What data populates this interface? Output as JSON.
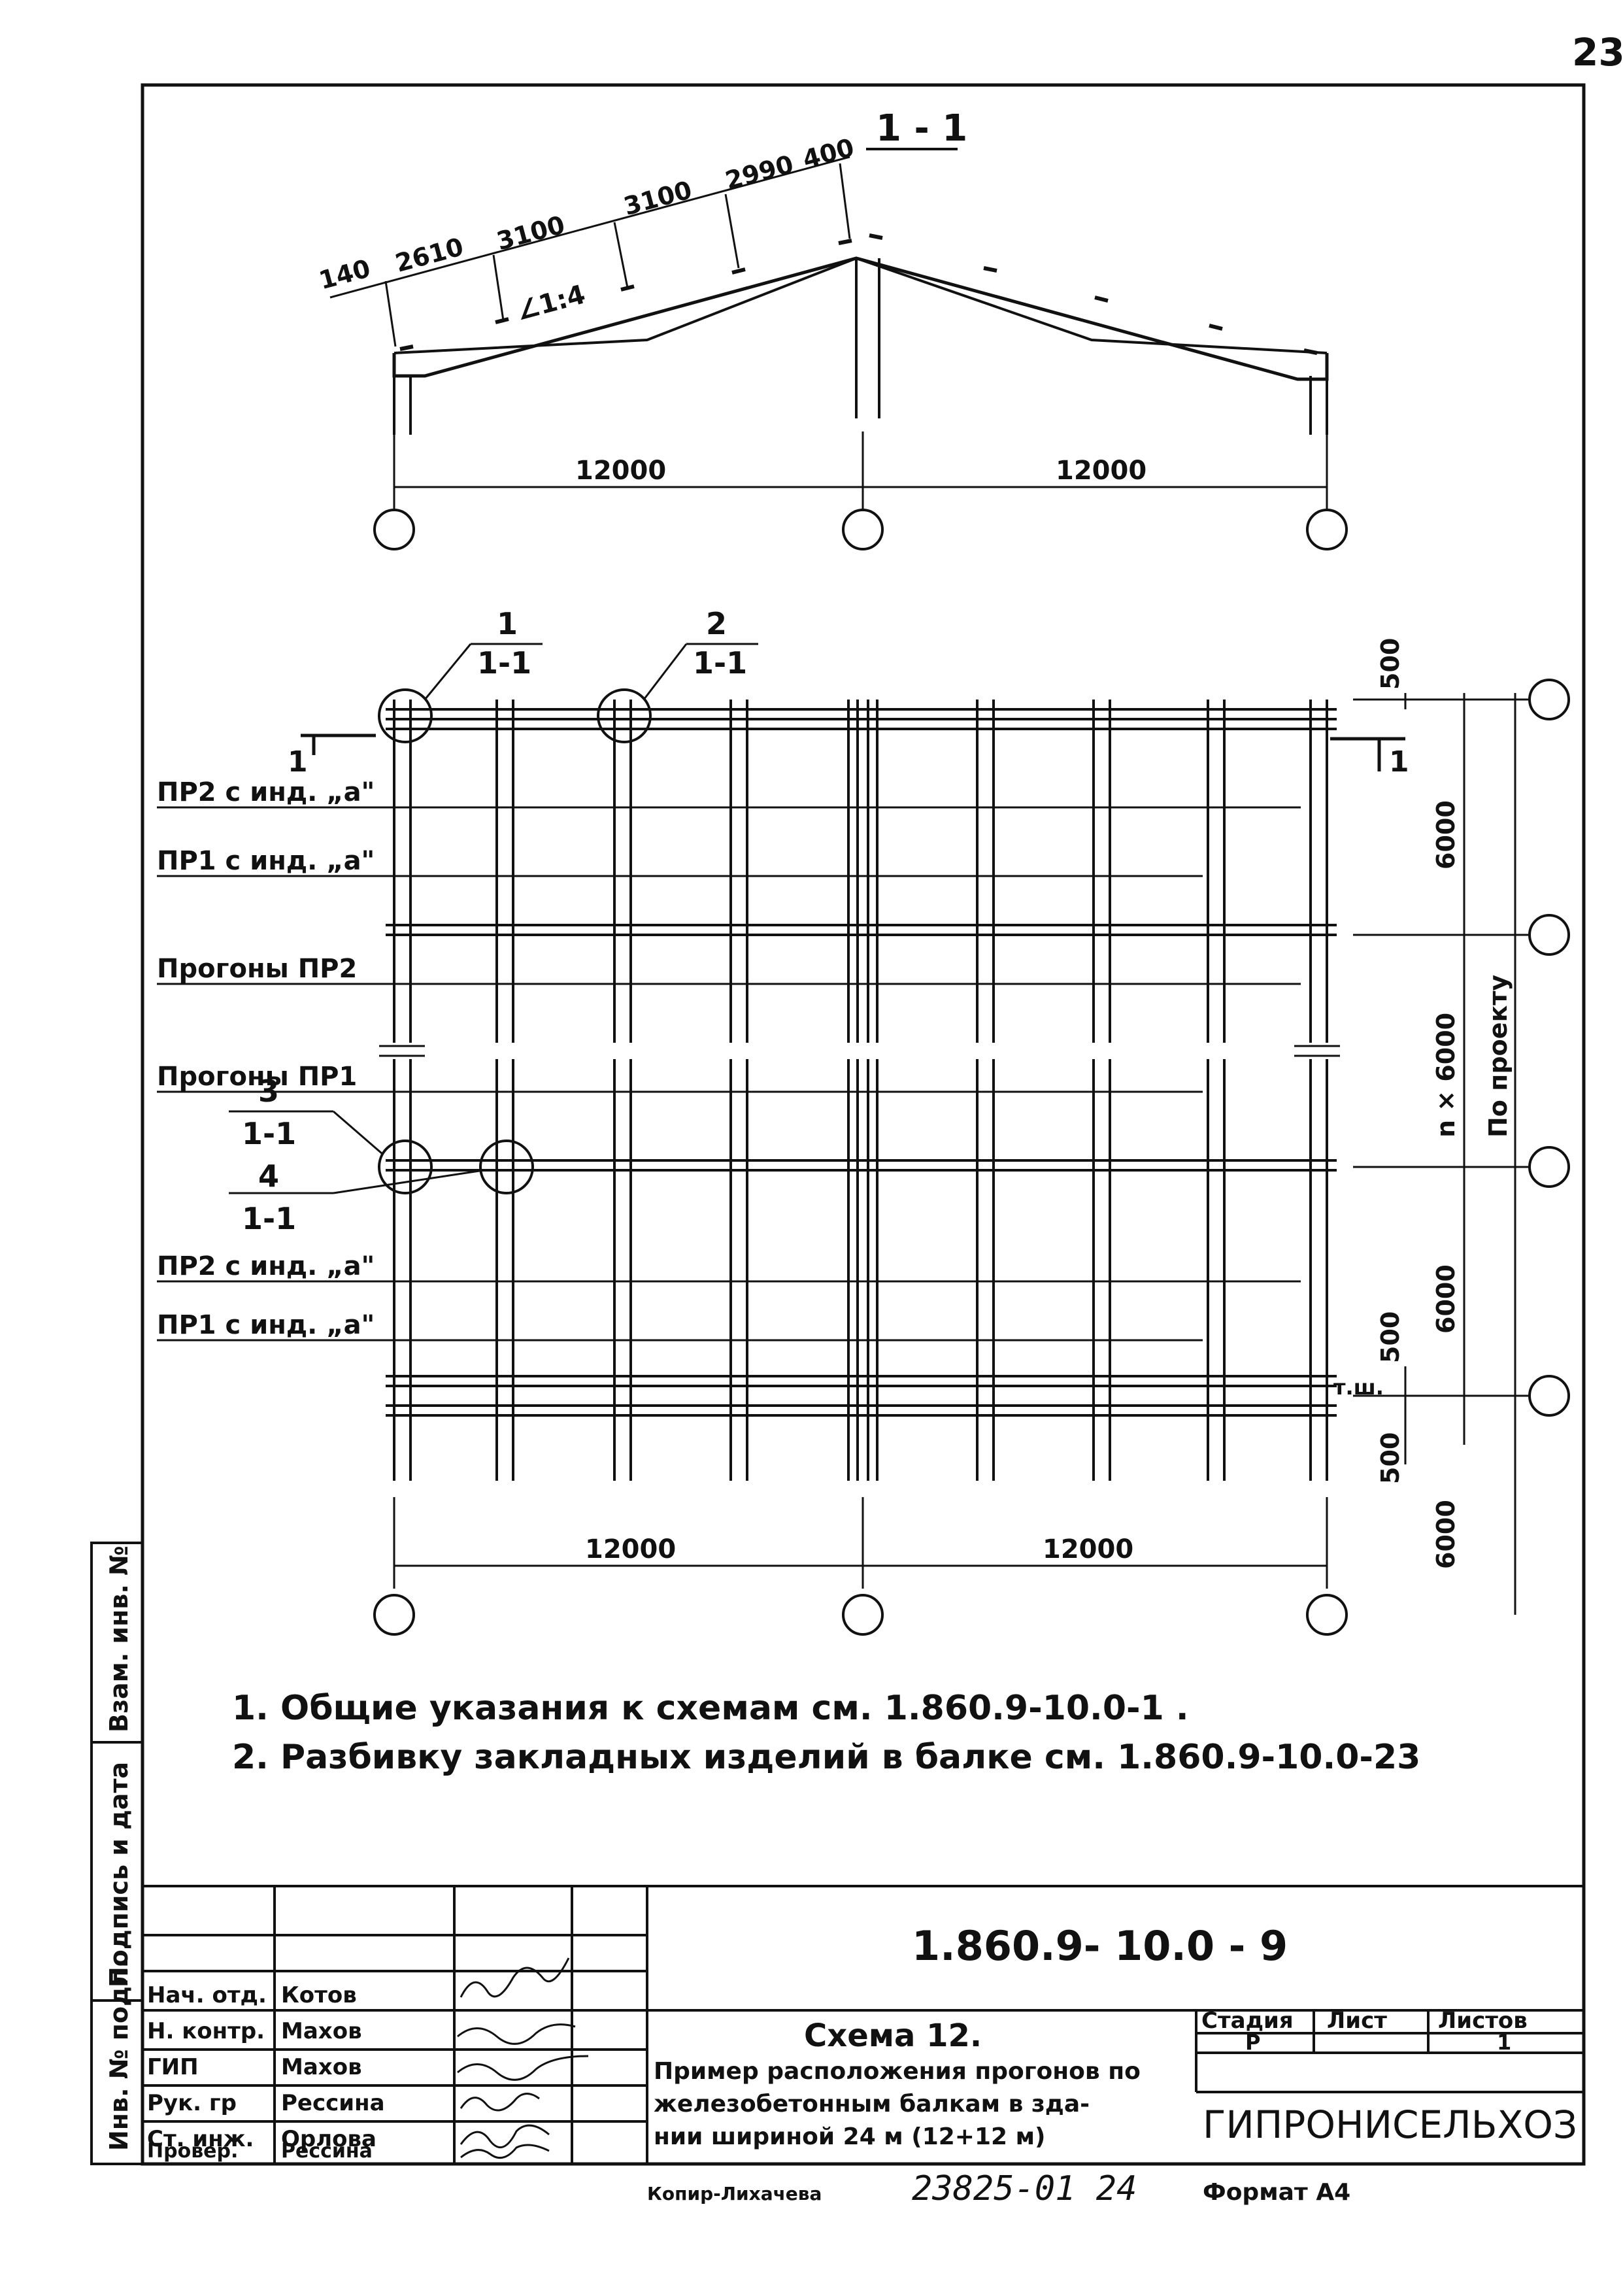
{
  "page_number": "23",
  "section": {
    "label": "1 - 1",
    "dims_top": [
      "140",
      "2610",
      "3100",
      "3100",
      "2990",
      "400"
    ],
    "slope": "∠1:4",
    "span_left": "12000",
    "span_right": "12000"
  },
  "plan": {
    "callout_1": {
      "num": "1",
      "ref": "1-1"
    },
    "callout_2": {
      "num": "2",
      "ref": "1-1"
    },
    "callout_3": {
      "num": "3",
      "ref": "1-1"
    },
    "callout_4": {
      "num": "4",
      "ref": "1-1"
    },
    "cut_mark": "1",
    "labels": {
      "pr2_a_top": "ПР2 с инд. „а\"",
      "pr1_a_top": "ПР1 с инд. „а\"",
      "pr2": "Прогоны ПР2",
      "pr1": "Прогоны ПР1",
      "pr2_a_bottom": "ПР2 с инд. „а\"",
      "pr1_a_bottom": "ПР1 с инд. „а\""
    },
    "dims_right": {
      "d500_top": "500",
      "d6000_1": "6000",
      "n6000": "n × 6000",
      "po_proektu": "По проекту",
      "d6000_2": "6000",
      "d500_mid": "500",
      "tsh": "т.ш.",
      "d500_bottom": "500",
      "d6000_3": "6000"
    },
    "span_left": "12000",
    "span_right": "12000"
  },
  "notes": [
    "1. Общие указания к схемам см. 1.860.9-10.0-1 .",
    "2. Разбивку закладных изделий в балке см. 1.860.9-10.0-23"
  ],
  "side_stamp": {
    "vzam": "Взам. инв. №",
    "podpis": "Подпись и дата",
    "inv": "Инв. № подл."
  },
  "title_block": {
    "doc_code": "1.860.9- 10.0 - 9",
    "roles": [
      {
        "role": "Нач. отд.",
        "name": "Котов"
      },
      {
        "role": "Н. контр.",
        "name": "Махов"
      },
      {
        "role": "ГИП",
        "name": "Махов"
      },
      {
        "role": "Рук. гр",
        "name": "Рессина"
      },
      {
        "role": "Ст. инж.",
        "name": "Орлова"
      },
      {
        "role": "Провер.",
        "name": "Рессина"
      }
    ],
    "title": "Схема 12.",
    "description_lines": [
      "Пример расположения прогонов по",
      "железобетонным балкам в зда-",
      "нии шириной 24 м (12+12 м)"
    ],
    "stage_header": "Стадия",
    "sheet_header": "Лист",
    "sheets_header": "Листов",
    "stage_value": "Р",
    "sheets_value": "1",
    "org": "ГИПРОНИСЕЛЬХОЗ"
  },
  "footer": {
    "copied": "Копир-Лихачева",
    "number": "23825-01 24",
    "format": "Формат А4"
  }
}
